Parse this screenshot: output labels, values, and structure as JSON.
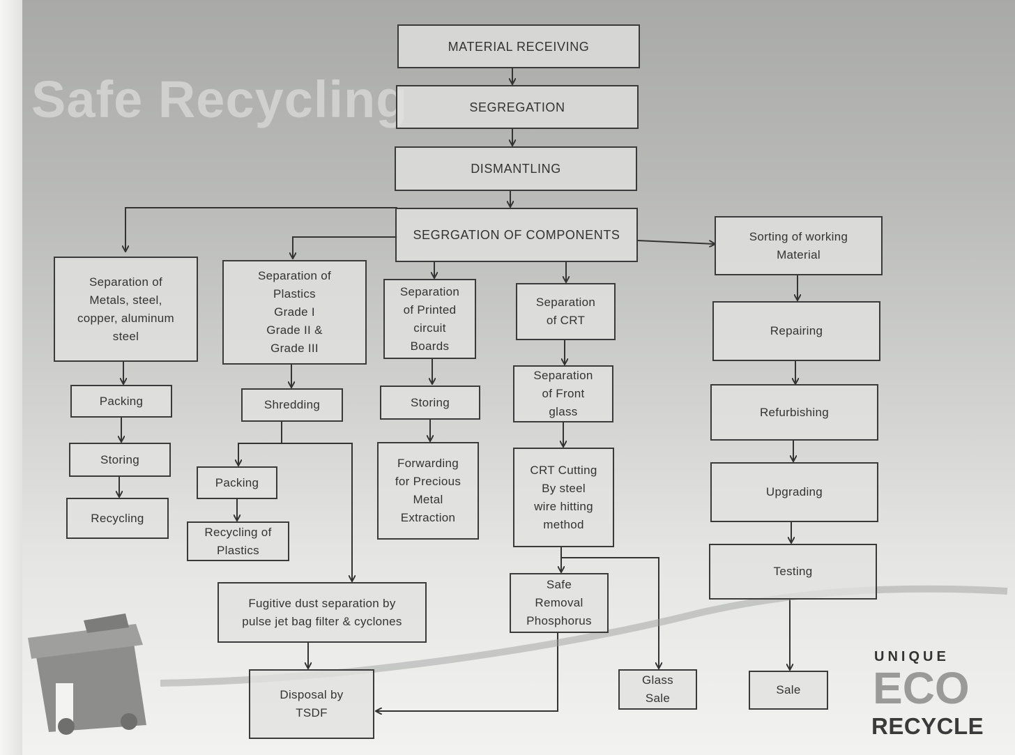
{
  "title": "Safe Recycling",
  "logo": {
    "line1": "UNIQUE",
    "line2": "ECO",
    "line3": "RECYCLE"
  },
  "boxes": {
    "material_receiving": "MATERIAL RECEIVING",
    "segregation": "SEGREGATION",
    "dismantling": "DISMANTLING",
    "segregation_components": "SEGRGATION  OF COMPONENTS",
    "sorting_working": "Sorting of working\nMaterial",
    "sep_metals": "Separation of\nMetals, steel,\ncopper, aluminum\nsteel",
    "sep_plastics": "Separation of\nPlastics\nGrade I\nGrade II &\nGrade III",
    "sep_pcb": "Separation\nof Printed\ncircuit\nBoards",
    "sep_crt": "Separation\nof  CRT",
    "repairing": "Repairing",
    "packing_metals": "Packing",
    "shredding": "Shredding",
    "storing_pcb": "Storing",
    "sep_front_glass": "Separation\nof  Front\nglass",
    "refurbishing": "Refurbishing",
    "storing_metals": "Storing",
    "packing_plastics": "Packing",
    "forwarding": "Forwarding\nfor Precious\nMetal\nExtraction",
    "crt_cutting": "CRT Cutting\nBy steel\nwire hitting\nmethod",
    "upgrading": "Upgrading",
    "recycling_metals": "Recycling",
    "recycling_plastics": "Recycling of\nPlastics",
    "testing": "Testing",
    "fugitive_dust": "Fugitive dust separation by\npulse jet bag filter & cyclones",
    "safe_removal": "Safe\nRemoval\nPhosphorus",
    "disposal": "Disposal by\nTSDF",
    "glass_sale": "Glass\nSale",
    "sale": "Sale"
  }
}
